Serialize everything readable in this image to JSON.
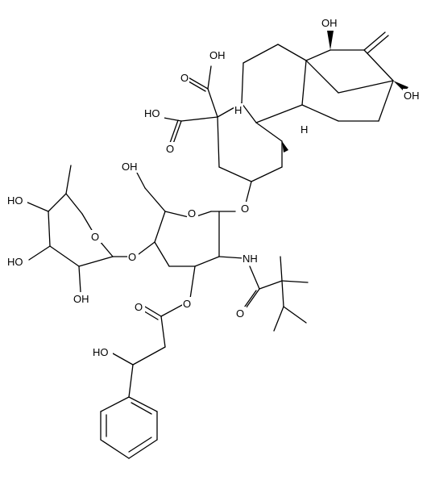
{
  "molecule": {
    "labels": {
      "oh_carboxyl_1": "OH",
      "ho_carboxyl_2": "HO",
      "o_carboxyl_1": "O",
      "o_carboxyl_2": "O",
      "oh_top": "OH",
      "oh_bridgehead": "OH",
      "h_bridgehead": "H",
      "h_ring_junction": "H",
      "o_glycosidic": "O",
      "oh_hydroxymethyl": "OH",
      "o_ring_glucose": "O",
      "o_link_rhamnose": "O",
      "o_ring_rhamnose": "O",
      "ho_rha_1": "HO",
      "ho_rha_2": "HO",
      "oh_rha_3": "OH",
      "nh_amide": "NH",
      "o_amide": "O",
      "o_ester_link": "O",
      "o_ester_carbonyl": "O",
      "ho_side": "HO"
    }
  }
}
